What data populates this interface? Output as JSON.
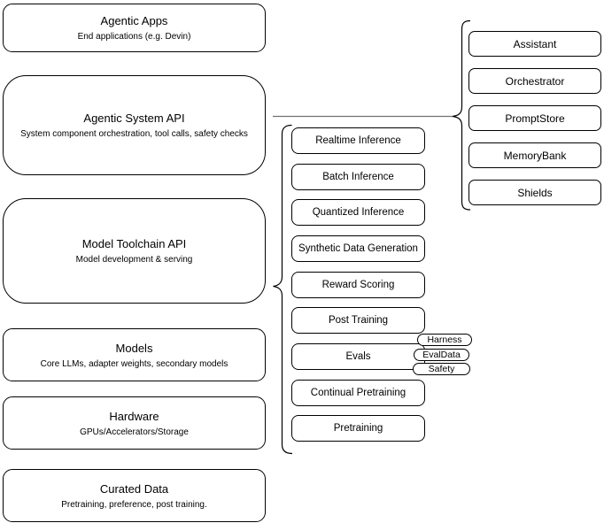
{
  "diagram": {
    "background_color": "#ffffff",
    "box_border_color": "#000000",
    "brace_color": "#000000",
    "connector_line_color": "#707070",
    "text_color": "#000000"
  },
  "left_column": {
    "boxes": [
      {
        "title": "Agentic Apps",
        "subtitle": "End applications (e.g. Devin)"
      },
      {
        "title": "Agentic System API",
        "subtitle": "System component orchestration, tool calls, safety checks"
      },
      {
        "title": "Model Toolchain API",
        "subtitle": "Model development & serving"
      },
      {
        "title": "Models",
        "subtitle": "Core LLMs, adapter weights, secondary models"
      },
      {
        "title": "Hardware",
        "subtitle": "GPUs/Accelerators/Storage"
      },
      {
        "title": "Curated Data",
        "subtitle": "Pretraining, preference, post training."
      }
    ]
  },
  "middle_column": {
    "boxes": [
      "Realtime Inference",
      "Batch Inference",
      "Quantized Inference",
      "Synthetic Data Generation",
      "Reward Scoring",
      "Post Training",
      "Evals",
      "Continual Pretraining",
      "Pretraining"
    ],
    "eval_tags": [
      "Harness",
      "EvalData",
      "Safety"
    ]
  },
  "right_column": {
    "boxes": [
      "Assistant",
      "Orchestrator",
      "PromptStore",
      "MemoryBank",
      "Shields"
    ]
  }
}
